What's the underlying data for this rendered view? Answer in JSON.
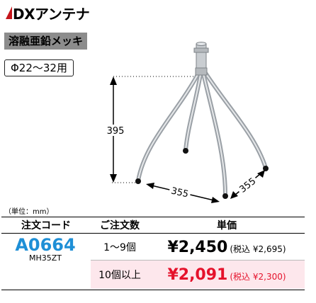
{
  "brand": {
    "name": "DXアンテナ"
  },
  "finish_badge": "溶融亜鉛メッキ",
  "size_range": "Φ22〜32用",
  "dimensions": {
    "height": "395",
    "width_a": "355",
    "width_b": "355"
  },
  "table": {
    "unit_note": "（単位：mm）",
    "headers": {
      "code": "注文コード",
      "qty": "ご注文数",
      "price": "単価"
    },
    "code_main": "A0664",
    "code_sub": "MH35ZT",
    "rows": [
      {
        "qty": "1〜9個",
        "price": "¥2,450",
        "tax": "(税込 ¥2,695)"
      },
      {
        "qty": "10個以上",
        "price": "¥2,091",
        "tax": "(税込 ¥2,300)"
      }
    ]
  },
  "colors": {
    "brand_red": "#c4161c",
    "code_blue": "#1e8fd6",
    "price_red": "#e5122b",
    "highlight_row": "#fde7ec",
    "badge_gray": "#8c8c8c"
  }
}
